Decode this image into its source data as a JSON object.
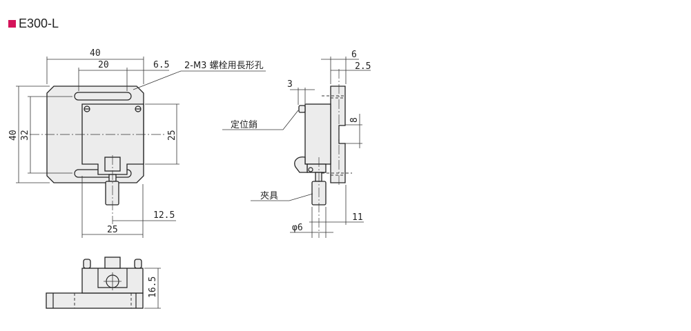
{
  "title": "E300-L",
  "accent_color": "#d4145a",
  "front_view": {
    "dims": {
      "width_total": "40",
      "slot_span": "20",
      "slot_offset": "6.5",
      "height_total": "40",
      "slot_pitch": "32",
      "block_height": "25",
      "center_offset": "12.5",
      "block_width": "25"
    },
    "slot_label": "2-M3 螺栓用長形孔"
  },
  "side_view": {
    "dims": {
      "thickness": "6",
      "plate_offset": "2.5",
      "pin_length": "3",
      "notch": "8",
      "clamp_length": "11",
      "clamp_diameter": "φ6"
    },
    "pin_label": "定位銷",
    "clamp_label": "夾具"
  },
  "bottom_view": {
    "dims": {
      "height": "16.5"
    }
  }
}
